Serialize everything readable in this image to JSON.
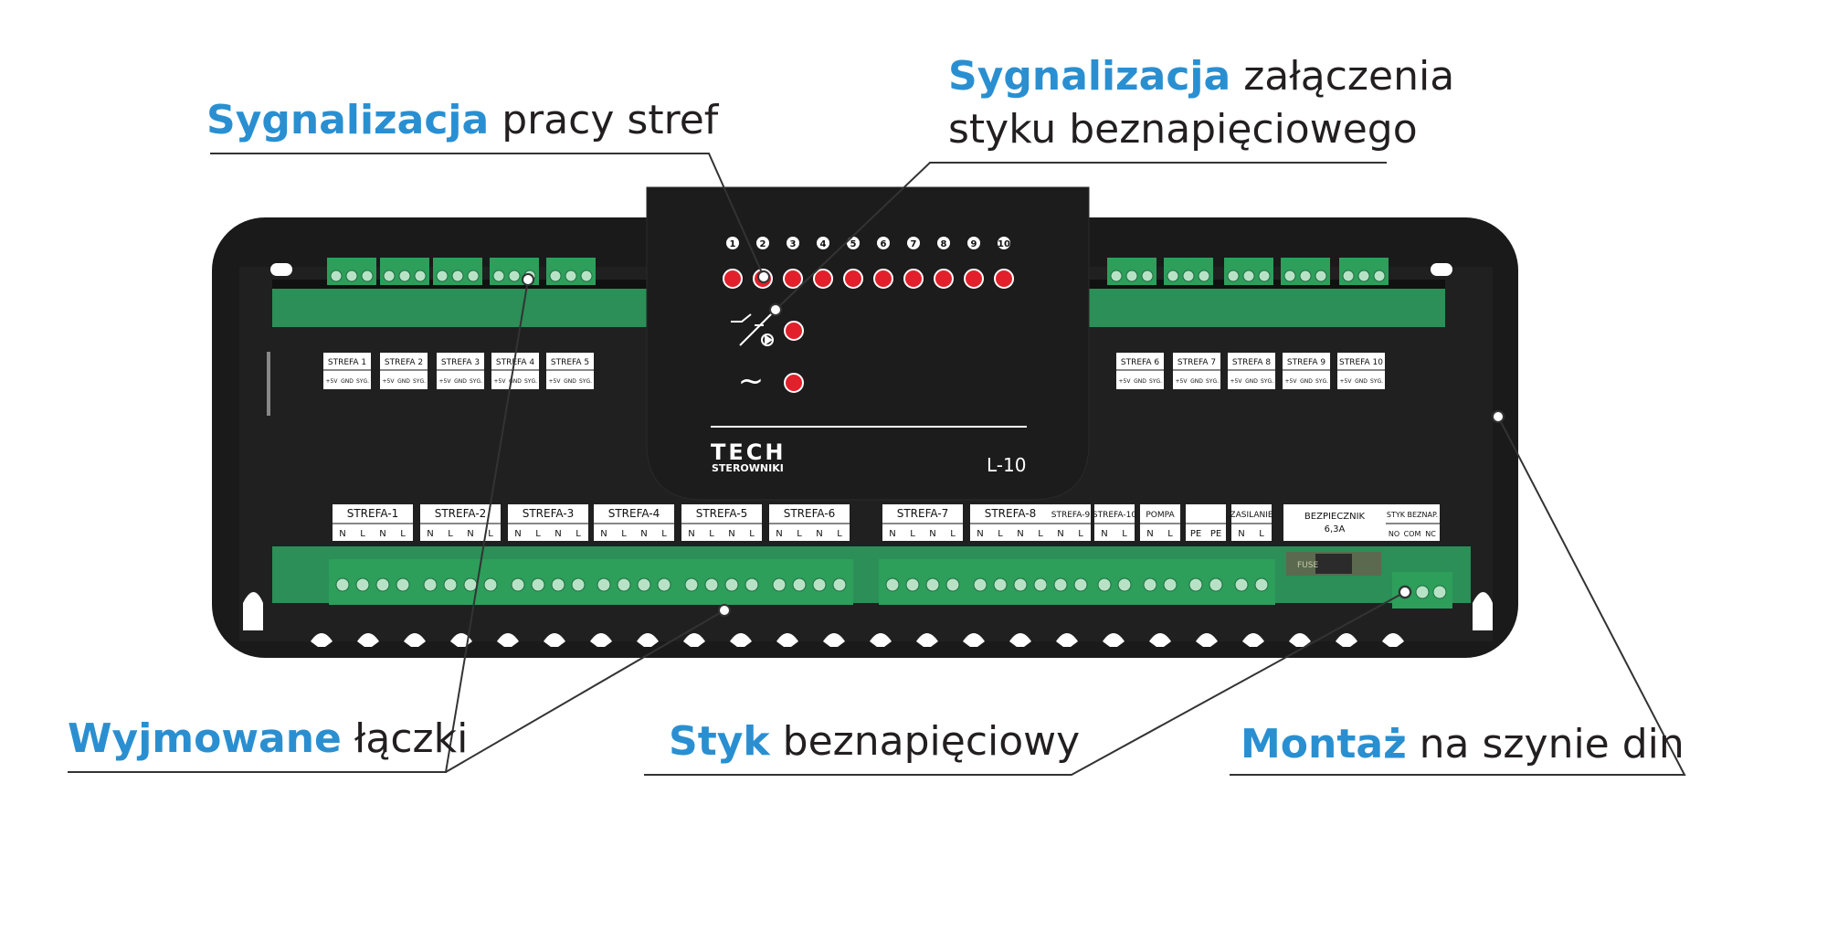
{
  "callouts": {
    "sig_strefy": {
      "highlight": "Sygnalizacja",
      "text": "pracy stref"
    },
    "sig_styk": {
      "highlight": "Sygnalizacja",
      "text": "załączenia",
      "line2": "styku beznapięciowego"
    },
    "wyjmowane": {
      "highlight": "Wyjmowane",
      "text": "łączki"
    },
    "styk": {
      "highlight": "Styk",
      "text": "beznapięciowy"
    },
    "montaz": {
      "highlight": "Montaż",
      "text": "na szynie din"
    }
  },
  "device": {
    "brand": "TECH",
    "brand_sub": "STEROWNIKI",
    "model": "L-10",
    "led_numbers": [
      "1",
      "2",
      "3",
      "4",
      "5",
      "6",
      "7",
      "8",
      "9",
      "10"
    ],
    "power_symbol": "~",
    "top_zones_left": [
      "STREFA 1",
      "STREFA 2",
      "STREFA 3",
      "STREFA 4",
      "STREFA 5"
    ],
    "top_zones_right": [
      "STREFA 6",
      "STREFA 7",
      "STREFA 8",
      "STREFA 9",
      "STREFA 10"
    ],
    "top_pins": [
      "+5V",
      "GND",
      "SYG."
    ],
    "bottom_groups": [
      {
        "title": "STREFA-1",
        "pins": [
          "N",
          "L",
          "N",
          "L"
        ]
      },
      {
        "title": "STREFA-2",
        "pins": [
          "N",
          "L",
          "N",
          "L"
        ]
      },
      {
        "title": "STREFA-3",
        "pins": [
          "N",
          "L",
          "N",
          "L"
        ]
      },
      {
        "title": "STREFA-4",
        "pins": [
          "N",
          "L",
          "N",
          "L"
        ]
      },
      {
        "title": "STREFA-5",
        "pins": [
          "N",
          "L",
          "N",
          "L"
        ]
      },
      {
        "title": "STREFA-6",
        "pins": [
          "N",
          "L",
          "N",
          "L"
        ]
      },
      {
        "title": "STREFA-7",
        "pins": [
          "N",
          "L",
          "N",
          "L"
        ]
      },
      {
        "title": "STREFA-8",
        "pins": [
          "N",
          "L",
          "N",
          "L"
        ]
      },
      {
        "title": "STREFA-9",
        "pins": [
          "N",
          "L"
        ]
      },
      {
        "title": "STREFA-10",
        "pins": [
          "N",
          "L"
        ]
      },
      {
        "title": "POMPA",
        "pins": [
          "N",
          "L"
        ]
      },
      {
        "title": "",
        "pins": [
          "PE",
          "PE"
        ]
      },
      {
        "title": "ZASILANIE",
        "pins": [
          "N",
          "L"
        ]
      }
    ],
    "fuse_label": "BEZPIECZNIK",
    "fuse_value": "6,3A",
    "fuse_part": "FUSE",
    "contact_label": "STYK BEZNAP.",
    "contact_pins": [
      "NO",
      "COM",
      "NC"
    ]
  },
  "colors": {
    "highlight": "#2a8fd1",
    "text": "#231f20",
    "housing": "#1e1e1e",
    "terminal_green": "#2e9e5b",
    "led_red": "#e2202b"
  }
}
